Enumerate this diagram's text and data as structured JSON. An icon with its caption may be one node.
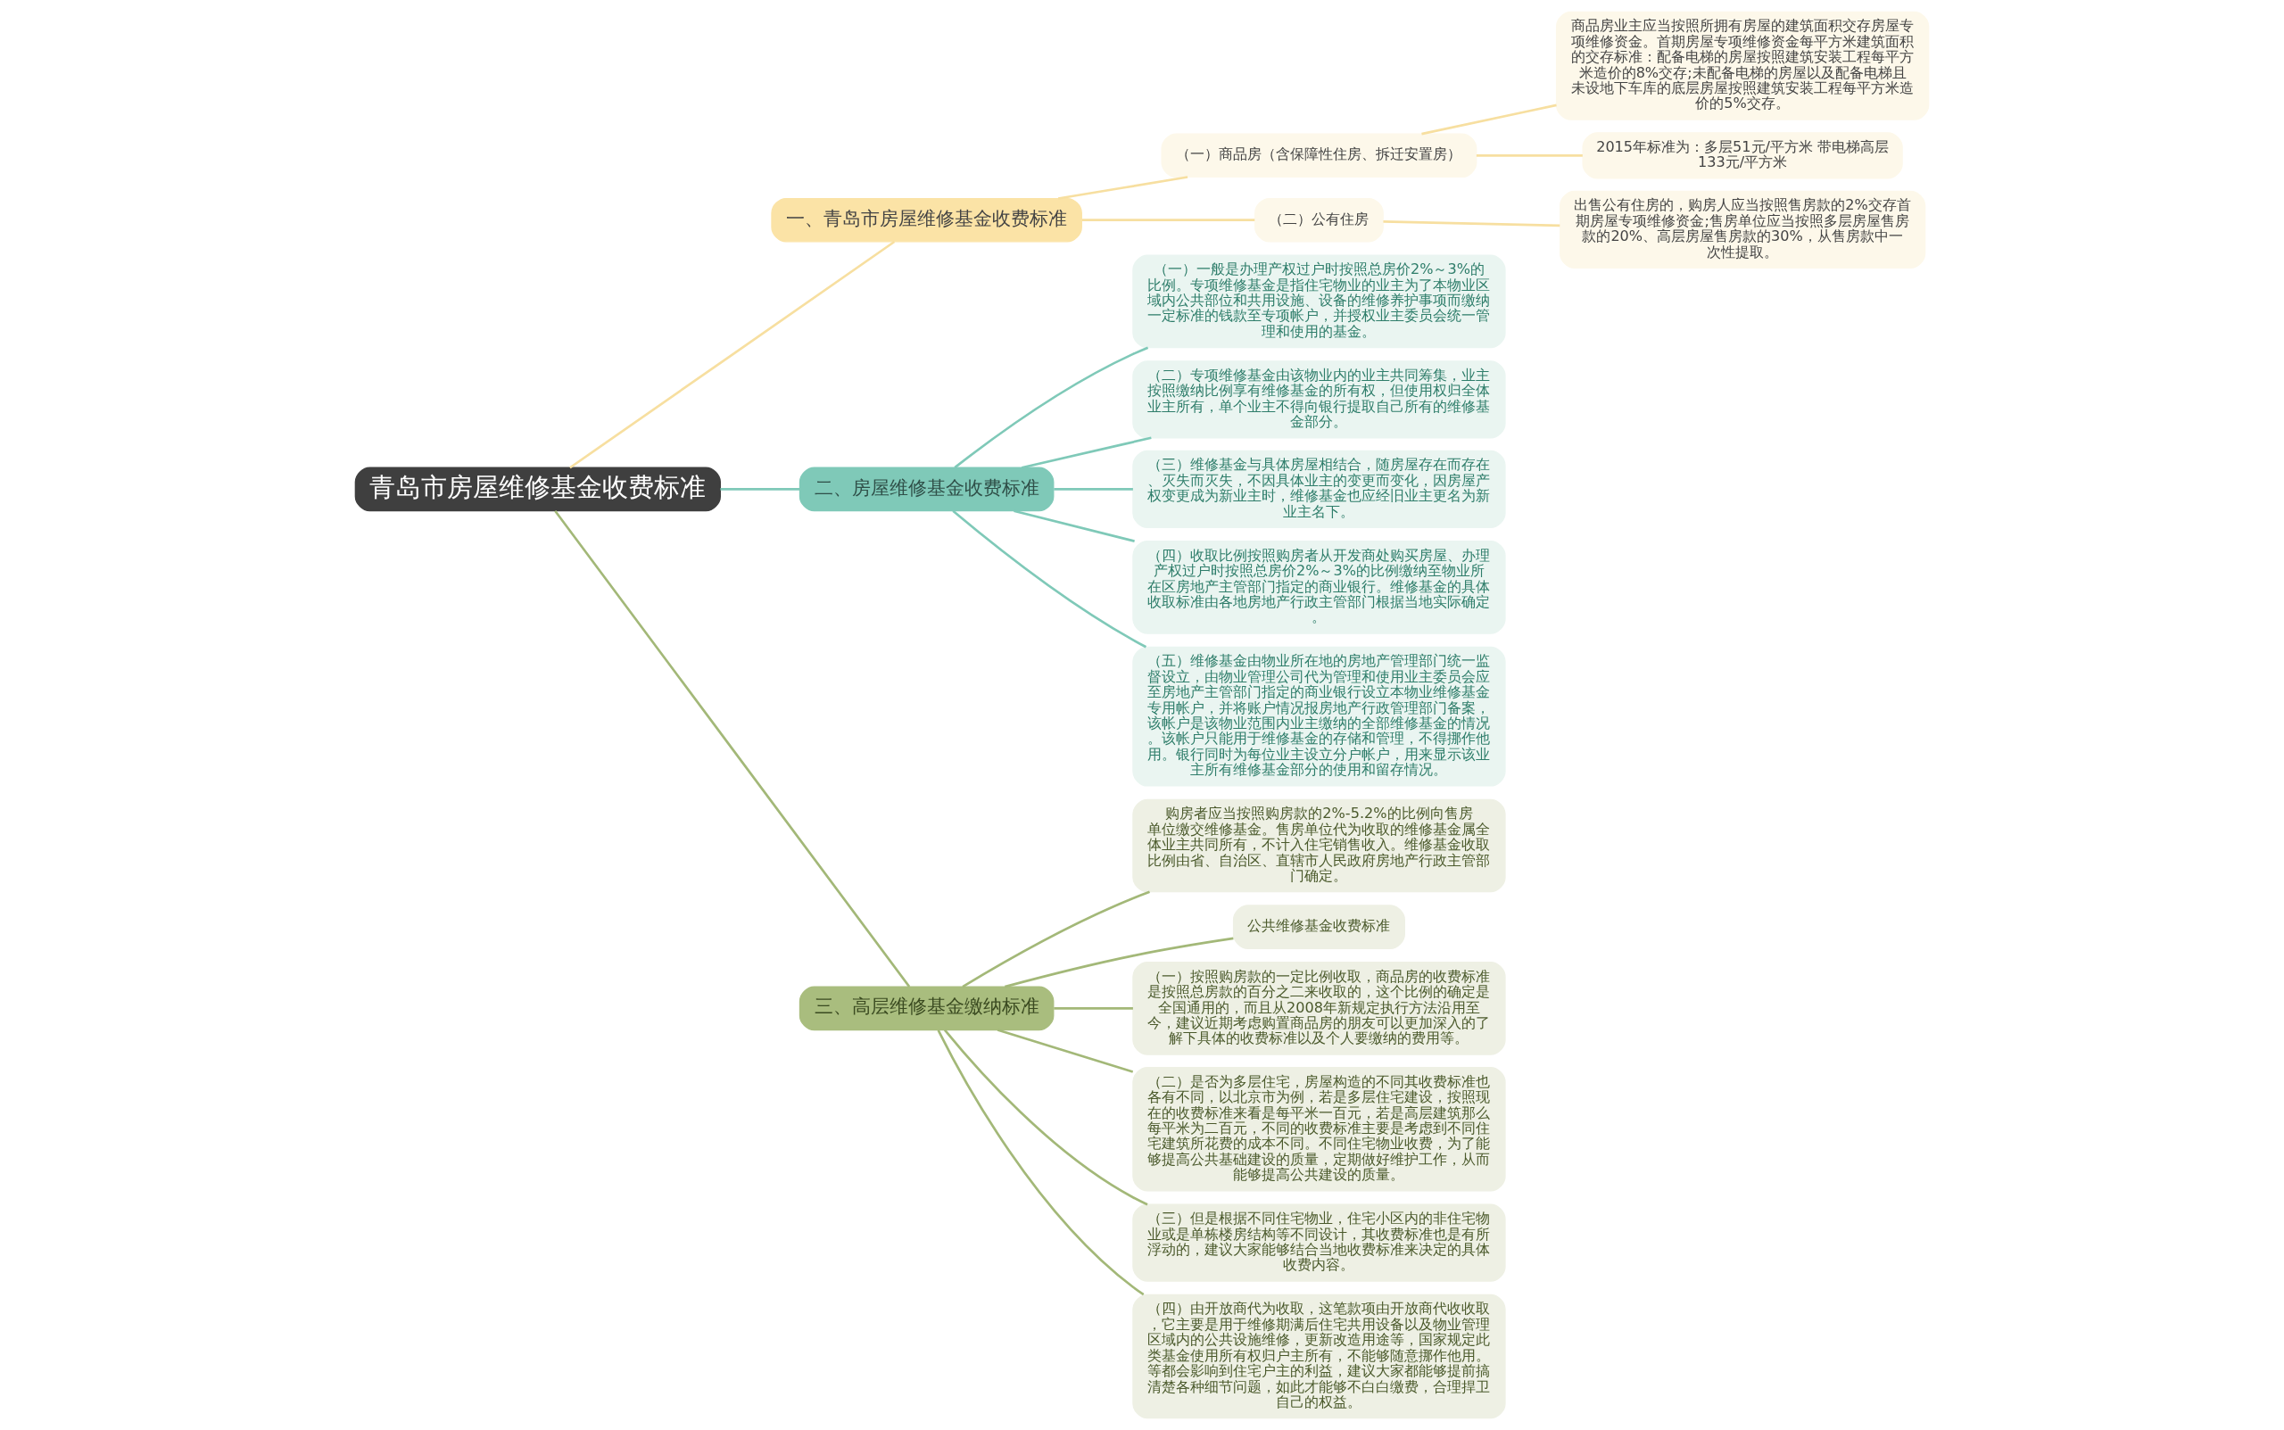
{
  "diagram": {
    "nodes": [
      {
        "text": [
          "青岛市房屋维修基金收费标准"
        ]
      },
      {
        "text": [
          "一、青岛市房屋维修基金收费标准"
        ]
      },
      {
        "text": [
          "（一）商品房（含保障性住房、拆迁安置房）"
        ]
      },
      {
        "text": [
          "商品房业主应当按照所拥有房屋的建筑面积交存房屋专项维修资金。首期房屋专项维修资金每平方米建筑面积的交存标准：配备电梯的房屋按照建筑安装工程每平方米造价的8%交存;未配备电梯的房屋以及配备电梯且未设地下车库的底层房屋按照建筑安装工程每平方米造价的5%交存。"
        ]
      },
      {
        "text": [
          "2015年标准为：多层51元/平方米 带电梯高层133元/平方米"
        ]
      },
      {
        "text": [
          "（二）公有住房"
        ]
      },
      {
        "text": [
          "出售公有住房的，购房人应当按照售房款的2%交存首期房屋专项维修资金;售房单位应当按照多层房屋售房款的20%、高层房屋售房款的30%，从售房款中一次性提取。"
        ]
      },
      {
        "text": [
          "二、房屋维修基金收费标准"
        ]
      },
      {
        "text": [
          "（一）一般是办理产权过户时按照总房价2%～3%的比例。专项维修基金是指住宅物业的业主为了本物业区域内公共部位和共用设施、设备的维修养护事项而缴纳一定标准的钱款至专项帐户，并授权业主委员会统一管理和使用的基金。"
        ]
      },
      {
        "text": [
          "（二）专项维修基金由该物业内的业主共同筹集，业主按照缴纳比例享有维修基金的所有权，但使用权归全体业主所有，单个业主不得向银行提取自己所有的维修基金部分。"
        ]
      },
      {
        "text": [
          "（三）维修基金与具体房屋相结合，随房屋存在而存在、灭失而灭失，不因具体业主的变更而变化，因房屋产权变更成为新业主时，维修基金也应经旧业主更名为新业主名下。"
        ]
      },
      {
        "text": [
          "（四）收取比例按照购房者从开发商处购买房屋、办理产权过户时按照总房价2%～3%的比例缴纳至物业所在区房地产主管部门指定的商业银行。维修基金的具体收取标准由各地房地产行政主管部门根据当地实际确定。"
        ]
      },
      {
        "text": [
          "（五）维修基金由物业所在地的房地产管理部门统一监督设立，由物业管理公司代为管理和使用业主委员会应至房地产主管部门指定的商业银行设立本物业维修基金专用帐户，并将账户情况报房地产行政管理部门备案，该帐户是该物业范围内业主缴纳的全部维修基金的情况。该帐户只能用于维修基金的存储和管理，不得挪作他用。银行同时为每位业主设立分户帐户，用来显示该业主所有维修基金部分的使用和留存情况。"
        ]
      },
      {
        "text": [
          "三、高层维修基金缴纳标准"
        ]
      },
      {
        "text": [
          "购房者应当按照购房款的2%-5.2%的比例向售房单位缴交维修基金。售房单位代为收取的维修基金属全体业主共同所有，不计入住宅销售收入。维修基金收取比例由省、自治区、直辖市人民政府房地产行政主管部门确定。"
        ]
      },
      {
        "text": [
          "公共维修基金收费标准"
        ]
      },
      {
        "text": [
          "（一）按照购房款的一定比例收取，商品房的收费标准是按照总房款的百分之二来收取的，这个比例的确定是全国通用的，而且从2008年新规定执行方法沿用至今，建议近期考虑购置商品房的朋友可以更加深入的了解下具体的收费标准以及个人要缴纳的费用等。"
        ]
      },
      {
        "text": [
          "（二）是否为多层住宅，房屋构造的不同其收费标准也各有不同，以北京市为例，若是多层住宅建设，按照现在的收费标准来看是每平米一百元，若是高层建筑那么每平米为二百元，不同的收费标准主要是考虑到不同住宅建筑所花费的成本不同。不同住宅物业收费，为了能够提高公共基础建设的质量，定期做好维护工作，从而能够提高公共建设的质量。"
        ]
      },
      {
        "text": [
          "（三）但是根据不同住宅物业，住宅小区内的非住宅物业或是单栋楼房结构等不同设计，其收费标准也是有所浮动的，建议大家能够结合当地收费标准来决定的具体收费内容。"
        ]
      },
      {
        "text": [
          "（四）由开放商代为收取，这笔款项由开放商代收收取，它主要是用于维修期满后住宅共用设备以及物业管理区域内的公共设施维修，更新改造用途等，国家规定此类基金使用所有权归户主所有，不能够随意挪作他用。等都会影响到住宅户主的利益，建议大家都能够提前搞清楚各种细节问题，如此才能够不白白缴费，合理捍卫自己的权益。"
        ]
      }
    ],
    "edges": [
      {
        "from": 0,
        "to": 1,
        "arrow": "none",
        "color": "#f7dfa0"
      },
      {
        "from": 1,
        "to": 2,
        "arrow": "none",
        "color": "#f7dfa0"
      },
      {
        "from": 2,
        "to": 3,
        "arrow": "none",
        "color": "#f7dfa0"
      },
      {
        "from": 2,
        "to": 4,
        "arrow": "none",
        "color": "#f7dfa0"
      },
      {
        "from": 1,
        "to": 5,
        "arrow": "none",
        "color": "#f7dfa0"
      },
      {
        "from": 5,
        "to": 6,
        "arrow": "none",
        "color": "#f7dfa0"
      },
      {
        "from": 0,
        "to": 7,
        "arrow": "none",
        "color": "#7fc9b8"
      },
      {
        "from": 7,
        "to": 8,
        "arrow": "none",
        "color": "#7fc9b8"
      },
      {
        "from": 7,
        "to": 9,
        "arrow": "none",
        "color": "#7fc9b8"
      },
      {
        "from": 7,
        "to": 10,
        "arrow": "none",
        "color": "#7fc9b8"
      },
      {
        "from": 7,
        "to": 11,
        "arrow": "none",
        "color": "#7fc9b8"
      },
      {
        "from": 7,
        "to": 12,
        "arrow": "none",
        "color": "#7fc9b8"
      },
      {
        "from": 0,
        "to": 13,
        "arrow": "none"
      },
      {
        "from": 13,
        "to": 14,
        "arrow": "none"
      },
      {
        "from": 13,
        "to": 15,
        "arrow": "none"
      },
      {
        "from": 13,
        "to": 16,
        "arrow": "none"
      },
      {
        "from": 13,
        "to": 17,
        "arrow": "none"
      },
      {
        "from": 13,
        "to": 18,
        "arrow": "none"
      },
      {
        "from": 13,
        "to": 19,
        "arrow": "none"
      }
    ]
  }
}
